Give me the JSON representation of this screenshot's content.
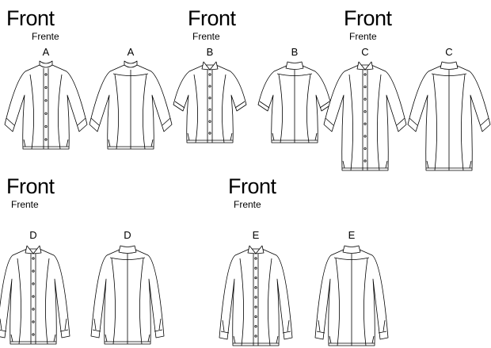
{
  "groups": [
    {
      "title": "Front",
      "subtitle": "Frente",
      "views": [
        {
          "label": "A",
          "side": "front"
        },
        {
          "label": "A",
          "side": "back"
        }
      ]
    },
    {
      "title": "Front",
      "subtitle": "Frente",
      "views": [
        {
          "label": "B",
          "side": "front"
        },
        {
          "label": "B",
          "side": "back"
        }
      ]
    },
    {
      "title": "Front",
      "subtitle": "Frente",
      "views": [
        {
          "label": "C",
          "side": "front"
        },
        {
          "label": "C",
          "side": "back"
        }
      ]
    },
    {
      "title": "Front",
      "subtitle": "Frente",
      "views": [
        {
          "label": "D",
          "side": "front"
        },
        {
          "label": "D",
          "side": "back"
        }
      ]
    },
    {
      "title": "Front",
      "subtitle": "Frente",
      "views": [
        {
          "label": "E",
          "side": "front"
        },
        {
          "label": "E",
          "side": "back"
        }
      ]
    }
  ],
  "line_color": "#000000"
}
